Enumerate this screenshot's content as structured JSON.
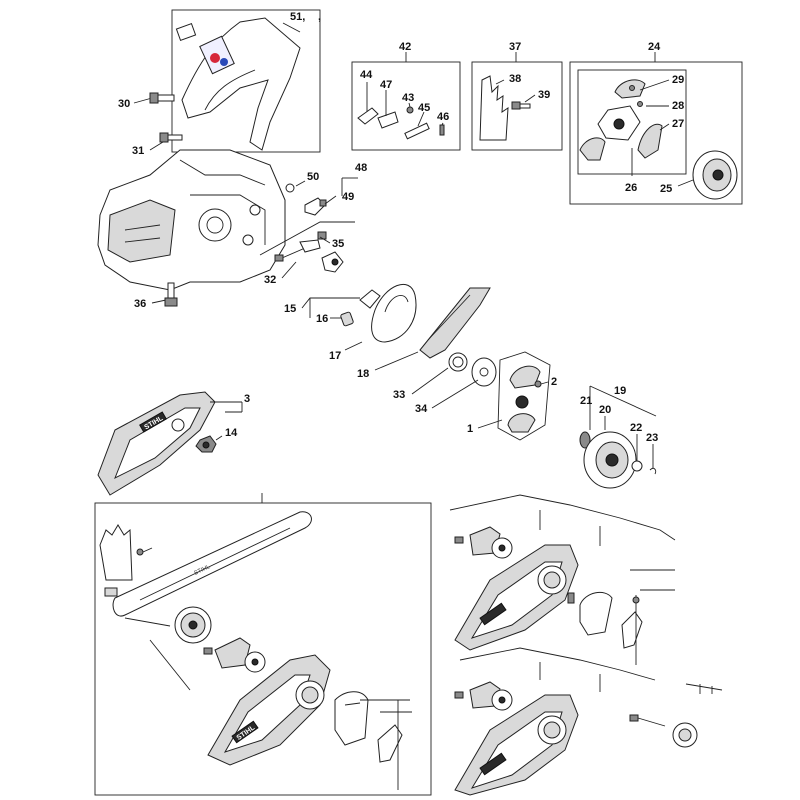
{
  "title": "Chain Saw Parts Diagram - Clutch, Chain Sprocket Cover",
  "callouts": [
    {
      "id": "c51",
      "text": "51,"
    },
    {
      "id": "c51b",
      "text": ","
    },
    {
      "id": "c42",
      "text": "42"
    },
    {
      "id": "c37",
      "text": "37"
    },
    {
      "id": "c24",
      "text": "24"
    },
    {
      "id": "c30",
      "text": "30"
    },
    {
      "id": "c31",
      "text": "31"
    },
    {
      "id": "c44",
      "text": "44"
    },
    {
      "id": "c47",
      "text": "47"
    },
    {
      "id": "c43",
      "text": "43"
    },
    {
      "id": "c45",
      "text": "45"
    },
    {
      "id": "c46",
      "text": "46"
    },
    {
      "id": "c38",
      "text": "38"
    },
    {
      "id": "c39",
      "text": "39"
    },
    {
      "id": "c29",
      "text": "29"
    },
    {
      "id": "c28",
      "text": "28"
    },
    {
      "id": "c27",
      "text": "27"
    },
    {
      "id": "c26",
      "text": "26"
    },
    {
      "id": "c25",
      "text": "25"
    },
    {
      "id": "c48",
      "text": "48"
    },
    {
      "id": "c50",
      "text": "50"
    },
    {
      "id": "c49",
      "text": "49"
    },
    {
      "id": "c36",
      "text": "36"
    },
    {
      "id": "c35",
      "text": "35"
    },
    {
      "id": "c32",
      "text": "32"
    },
    {
      "id": "c15",
      "text": "15"
    },
    {
      "id": "c16",
      "text": "16"
    },
    {
      "id": "c17",
      "text": "17"
    },
    {
      "id": "c18",
      "text": "18"
    },
    {
      "id": "c33",
      "text": "33"
    },
    {
      "id": "c34",
      "text": "34"
    },
    {
      "id": "c2",
      "text": "2"
    },
    {
      "id": "c1",
      "text": "1"
    },
    {
      "id": "c3",
      "text": "3"
    },
    {
      "id": "c14",
      "text": "14"
    },
    {
      "id": "c19",
      "text": "19"
    },
    {
      "id": "c21",
      "text": "21"
    },
    {
      "id": "c20",
      "text": "20"
    },
    {
      "id": "c22",
      "text": "22"
    },
    {
      "id": "c23",
      "text": "23"
    }
  ],
  "brand_marks": {
    "cover_logo": "STIHL",
    "cover_logo_small": "STIHL",
    "bar_mark": "STIHL"
  }
}
